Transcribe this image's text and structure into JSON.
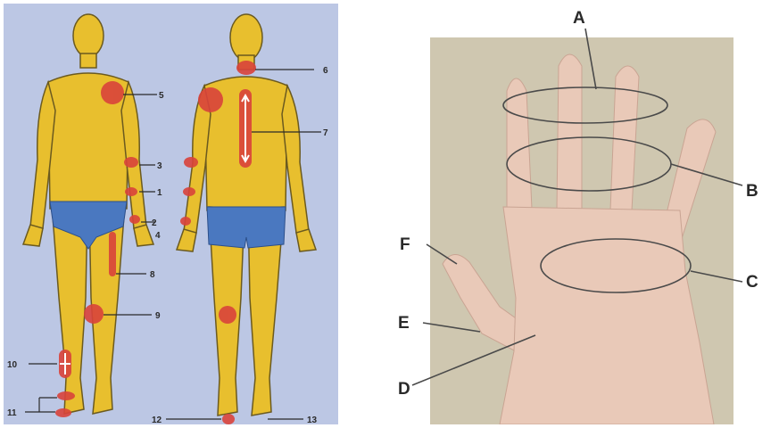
{
  "body_diagram": {
    "labels": [
      "1",
      "2",
      "3",
      "4",
      "5",
      "6",
      "7",
      "8",
      "9",
      "10",
      "11",
      "12",
      "13"
    ],
    "colors": {
      "background": "#bcc7e4",
      "skin": "#e8bf2e",
      "outline": "#6b5a1f",
      "brief": "#4a78c0",
      "marker": "#d9433b"
    }
  },
  "hand_diagram": {
    "labels": [
      "A",
      "B",
      "C",
      "D",
      "E",
      "F"
    ],
    "colors": {
      "background": "#cfc7b0",
      "skin": "#e9c9b8",
      "line": "#4a4a4a"
    }
  }
}
